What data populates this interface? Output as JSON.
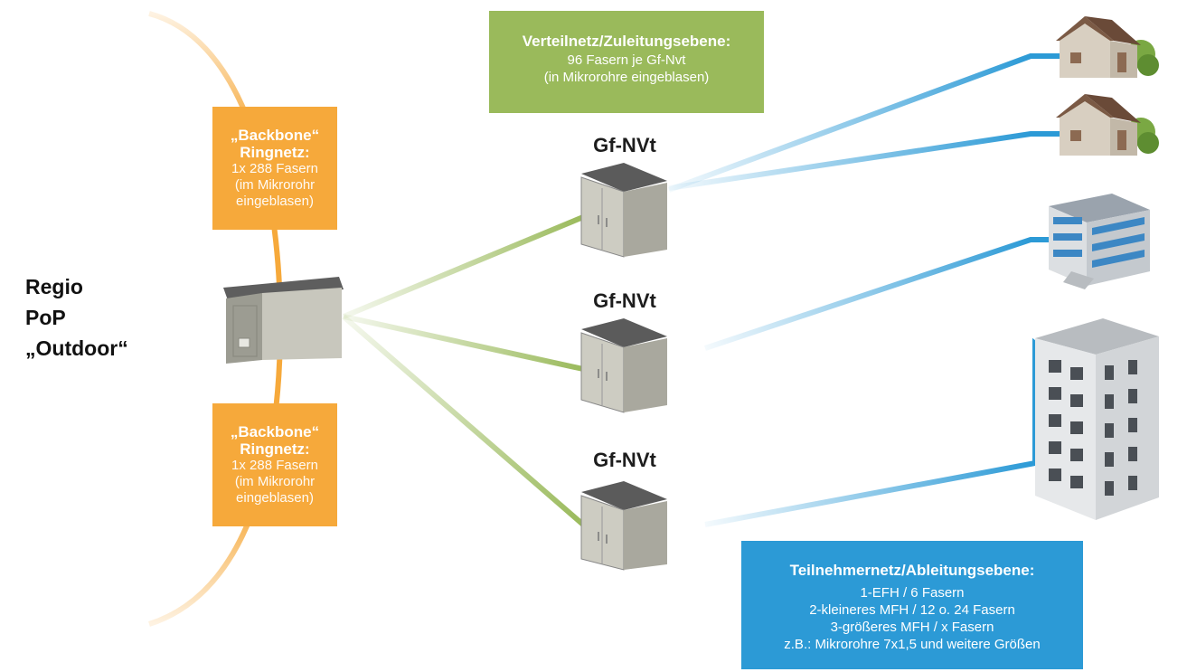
{
  "pop": {
    "label_lines": [
      "Regio",
      "PoP",
      "„Outdoor“"
    ]
  },
  "backbone_top": {
    "title_lines": [
      "„Backbone“",
      "Ringnetz:"
    ],
    "body_lines": [
      "1x 288 Fasern",
      "(im Mikrorohr",
      "eingeblasen)"
    ]
  },
  "backbone_bottom": {
    "title_lines": [
      "„Backbone“",
      "Ringnetz:"
    ],
    "body_lines": [
      "1x 288 Fasern",
      "(im Mikrorohr",
      "eingeblasen)"
    ]
  },
  "verteilnetz": {
    "title": "Verteilnetz/Zuleitungsebene:",
    "body_lines": [
      "96 Fasern je Gf-Nvt",
      "(in Mikrorohre eingeblasen)"
    ]
  },
  "nvt_labels": [
    "Gf-NVt",
    "Gf-NVt",
    "Gf-NVt"
  ],
  "teilnehmernetz": {
    "title": "Teilnehmernetz/Ableitungsebene:",
    "body_lines": [
      "1-EFH / 6 Fasern",
      "2-kleineres MFH / 12 o. 24 Fasern",
      "3-größeres MFH / x Fasern",
      "z.B.: Mikrorohre 7x1,5 und weitere Größen"
    ]
  },
  "colors": {
    "backbone": "#f6a93b",
    "verteilnetz": "#9aba5b",
    "teilnehmernetz": "#2c9ad6"
  }
}
